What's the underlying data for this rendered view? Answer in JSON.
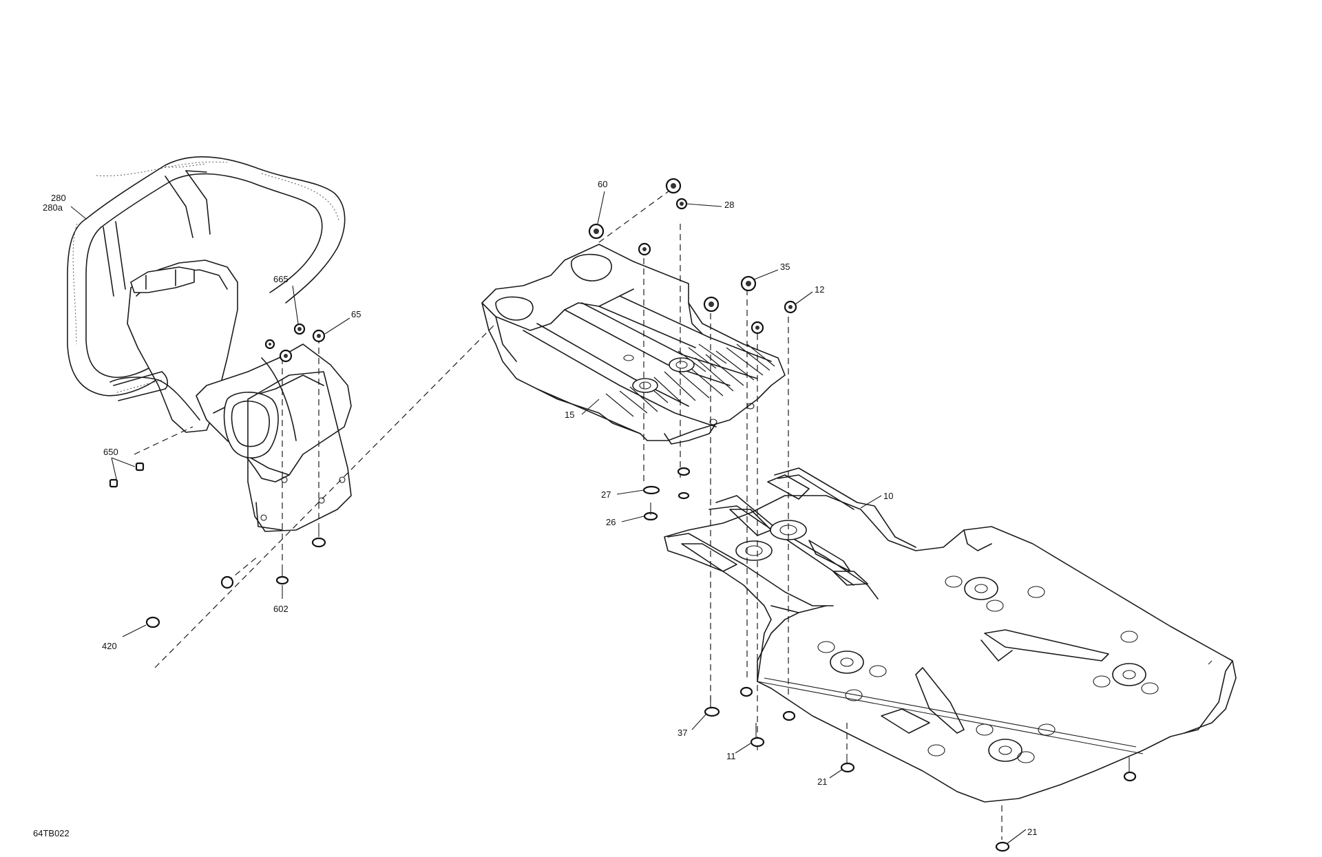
{
  "diagram": {
    "figure_code": "64TB022",
    "callouts": [
      {
        "id": "280",
        "text": "280"
      },
      {
        "id": "280a",
        "text": "280a"
      },
      {
        "id": "665",
        "text": "665"
      },
      {
        "id": "65",
        "text": "65"
      },
      {
        "id": "650",
        "text": "650"
      },
      {
        "id": "602",
        "text": "602"
      },
      {
        "id": "420",
        "text": "420"
      },
      {
        "id": "60",
        "text": "60"
      },
      {
        "id": "28",
        "text": "28"
      },
      {
        "id": "35",
        "text": "35"
      },
      {
        "id": "12",
        "text": "12"
      },
      {
        "id": "15",
        "text": "15"
      },
      {
        "id": "27",
        "text": "27"
      },
      {
        "id": "26",
        "text": "26"
      },
      {
        "id": "10",
        "text": "10"
      },
      {
        "id": "37",
        "text": "37"
      },
      {
        "id": "11",
        "text": "11"
      },
      {
        "id": "21a",
        "text": "21"
      },
      {
        "id": "21b",
        "text": "21"
      }
    ]
  }
}
